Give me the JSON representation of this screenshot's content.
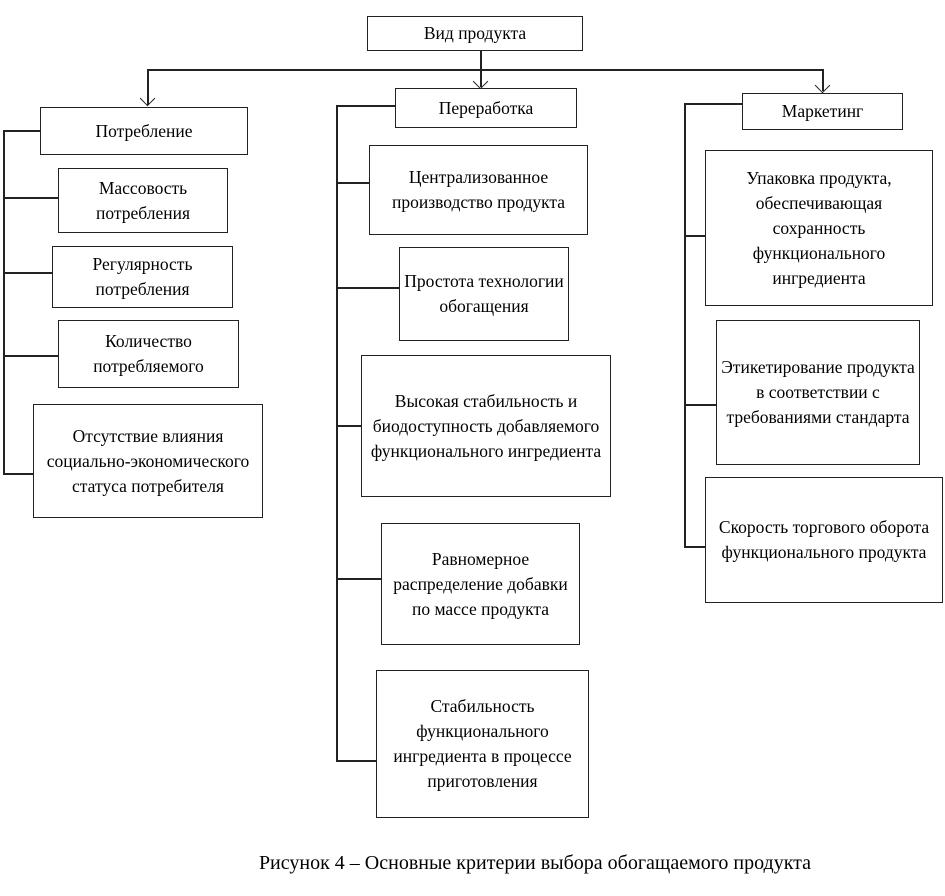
{
  "root": "Вид продукта",
  "groups": {
    "consumption": {
      "title": "Потребление",
      "items": [
        "Массовость потребления",
        "Регулярность потребления",
        "Количество потребляемого",
        "Отсутствие влияния социально-экономического статуса потребителя"
      ]
    },
    "processing": {
      "title": "Переработка",
      "items": [
        "Централизованное производство продукта",
        "Простота технологии обогащения",
        "Высокая стабильность и биодоступность добавляемого функционального ингредиента",
        "Равномерное распределение добавки по массе продукта",
        "Стабильность функционального ингредиента в процессе приготовления"
      ]
    },
    "marketing": {
      "title": "Маркетинг",
      "items": [
        "Упаковка продукта, обеспечивающая сохранность функционального ингредиента",
        "Этикетирование продукта в соответствии с требованиями стандарта",
        "Скорость торгового оборота функционального продукта"
      ]
    }
  },
  "caption": "Рисунок 4 – Основные критерии выбора обогащаемого продукта"
}
